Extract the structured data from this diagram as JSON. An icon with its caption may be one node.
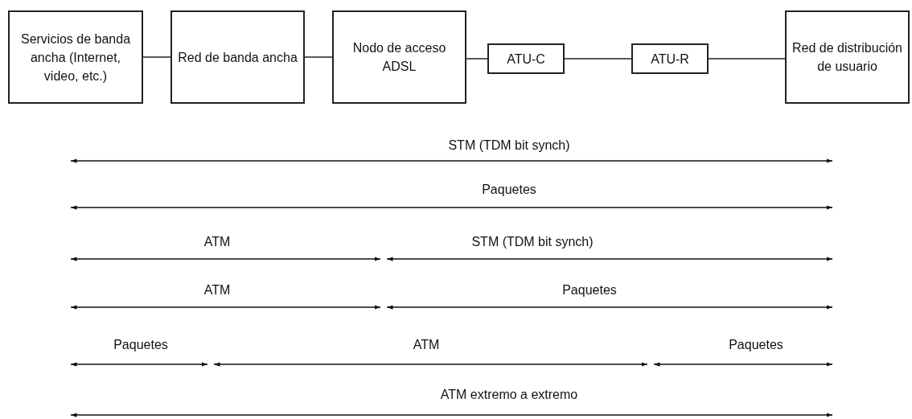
{
  "diagram": {
    "nodes": [
      {
        "text": [
          "Servicios de banda ancha (Internet, video, etc.)"
        ]
      },
      {
        "text": [
          "Red de banda ancha"
        ]
      },
      {
        "text": [
          "Nodo de acceso ADSL"
        ]
      },
      {
        "text": [
          "ATU-C"
        ]
      },
      {
        "text": [
          "ATU-R"
        ]
      },
      {
        "text": [
          "Red de distribución de usuario"
        ]
      }
    ],
    "edges": [
      {
        "from": 0,
        "to": 1,
        "arrow": "none"
      },
      {
        "from": 1,
        "to": 2,
        "arrow": "none"
      },
      {
        "from": 2,
        "to": 3,
        "arrow": "none"
      },
      {
        "from": 3,
        "to": 4,
        "arrow": "none"
      },
      {
        "from": 4,
        "to": 5,
        "arrow": "none"
      }
    ],
    "labels": [
      "STM (TDM bit synch)",
      "Paquetes",
      "ATM",
      "STM (TDM bit synch)",
      "ATM",
      "Paquetes",
      "Paquetes",
      "ATM",
      "Paquetes",
      "ATM extremo a extremo"
    ]
  }
}
